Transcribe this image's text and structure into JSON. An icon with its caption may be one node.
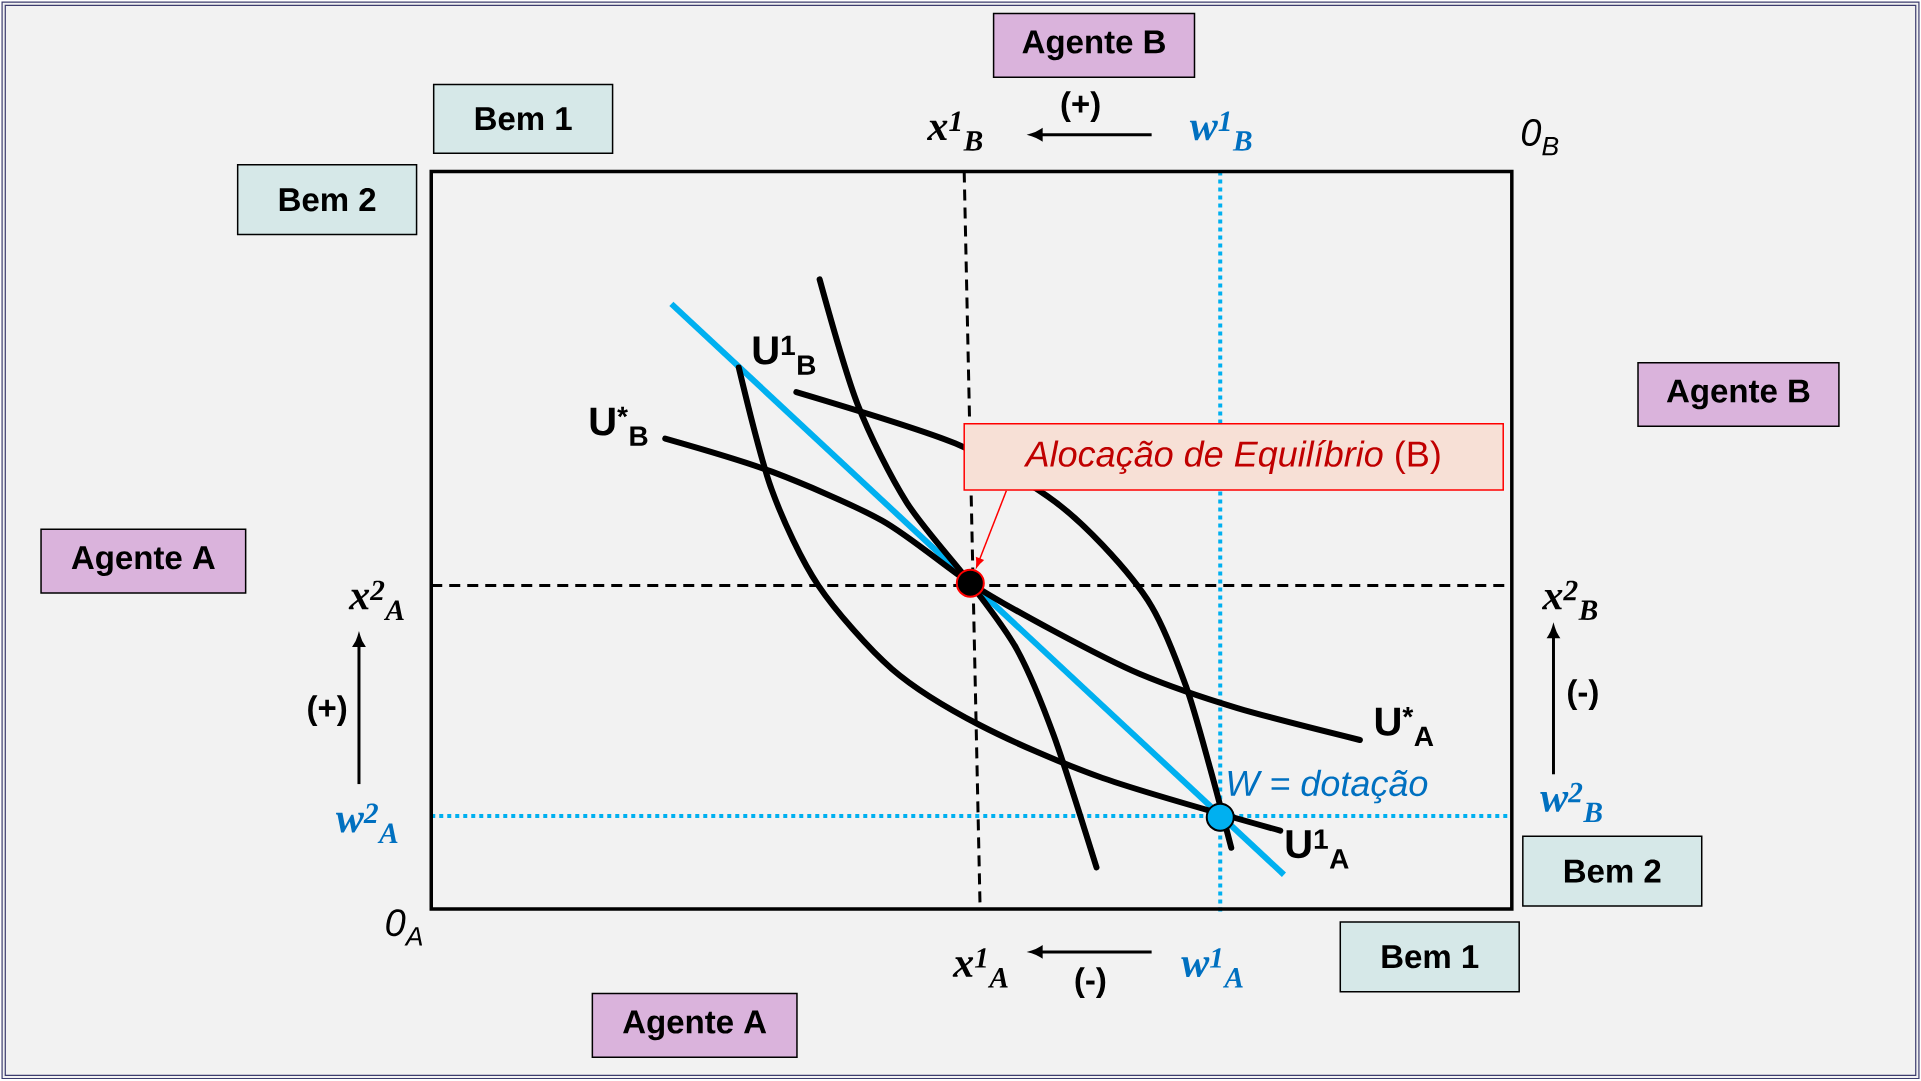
{
  "diagram": {
    "nodes": [
      {
        "text": [
          "Agente B"
        ]
      },
      {
        "text": [
          "Bem 1"
        ]
      },
      {
        "text": [
          "Bem 2"
        ]
      },
      {
        "text": [
          "Agente B"
        ]
      },
      {
        "text": [
          "*Alocação de Equilíbrio* (B)"
        ]
      },
      {
        "text": [
          "Agente A"
        ]
      },
      {
        "text": [],
        "shape": "circle"
      },
      {
        "text": [],
        "shape": "circle",
        "beside": [
          "W = dotação"
        ]
      },
      {
        "text": [
          "Bem 2"
        ]
      },
      {
        "text": [
          "Bem 1"
        ]
      },
      {
        "text": [
          "Agente A"
        ]
      }
    ],
    "edges": [
      {
        "from": 4,
        "to": 6,
        "arrow": "to",
        "color": "#ff0000"
      }
    ],
    "labels": [
      "(+)",
      "x$^{1}$$_{B}$",
      "w$^{1}$$_{B}$",
      "0$_{B}$",
      "U$^{1}$$_{B}$",
      "U$^{*}$$_{B}$",
      "x$^{2}$$_{A}$",
      "x$^{2}$$_{B}$",
      "(+)",
      "(-)",
      "U$^{*}$$_{A}$",
      "w$^{2}$$_{A}$",
      "w$^{2}$$_{B}$",
      "U$^{1}$$_{A}$",
      "0$_{A}$",
      "x$^{1}$$_{A}$",
      "(-)",
      "w$^{1}$$_{A}$"
    ]
  }
}
